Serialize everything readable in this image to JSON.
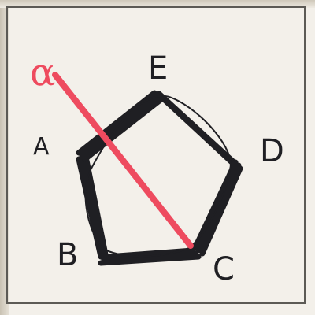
{
  "diagram": {
    "vertices": {
      "E": "E",
      "D": "D",
      "C": "C",
      "B": "B",
      "A": "A"
    },
    "symbol": "α",
    "colors": {
      "ink": "#1f1f23",
      "accent": "#ee4b5f",
      "border": "#5c5a55",
      "paper": "#f3f0ea"
    }
  }
}
